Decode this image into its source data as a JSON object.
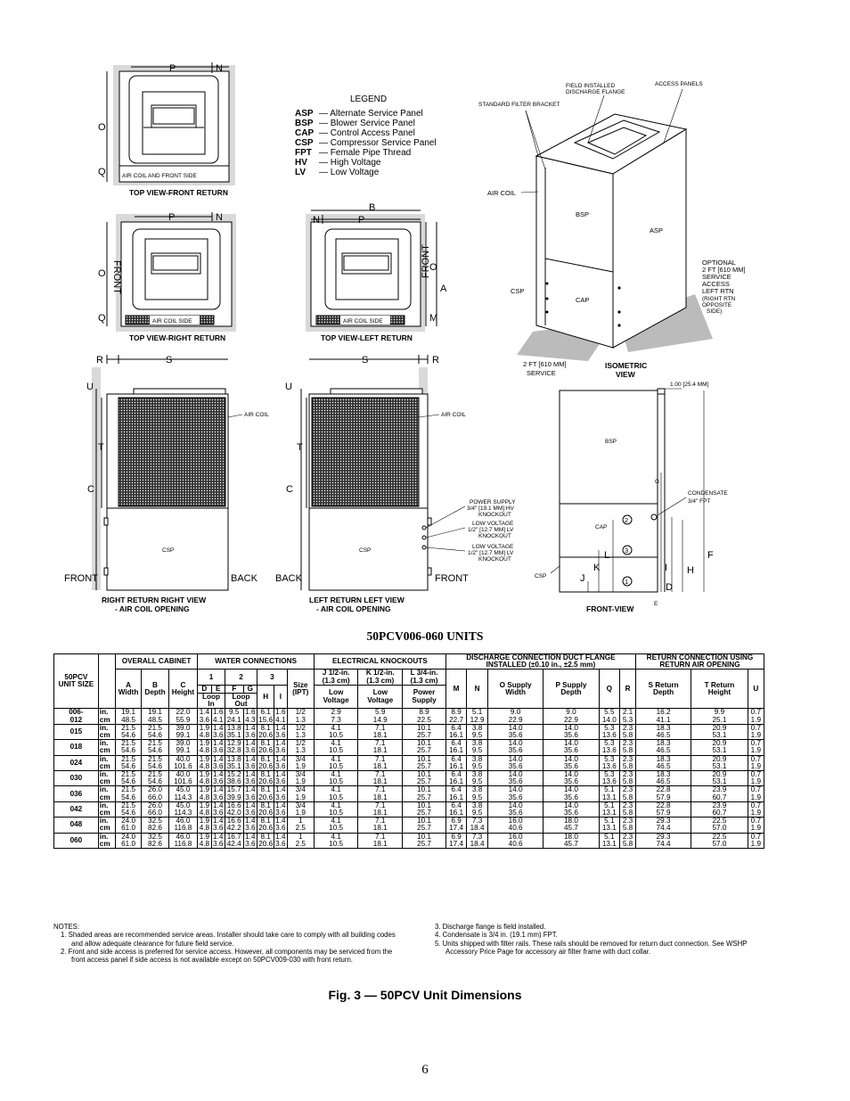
{
  "drawing": {
    "top_front": {
      "caption": "TOP VIEW-FRONT RETURN",
      "p": "P",
      "n": "N",
      "o": "O",
      "q": "Q",
      "panel": "AIR COIL AND FRONT SIDE"
    },
    "top_right": {
      "caption": "TOP VIEW-RIGHT RETURN",
      "p": "P",
      "n": "N",
      "o": "O",
      "q": "Q",
      "front": "FRONT",
      "panel": "AIR COIL SIDE"
    },
    "top_left": {
      "caption": "TOP VIEW-LEFT RETURN",
      "b": "B",
      "n": "N",
      "p": "P",
      "o": "O",
      "a": "A",
      "m": "M",
      "front": "FRONT",
      "panel": "AIR COIL SIDE"
    },
    "legend": {
      "title": "LEGEND",
      "items": [
        {
          "code": "ASP",
          "text": "— Alternate Service Panel"
        },
        {
          "code": "BSP",
          "text": "— Blower Service Panel"
        },
        {
          "code": "CAP",
          "text": "— Control Access Panel"
        },
        {
          "code": "CSP",
          "text": "— Compressor Service Panel"
        },
        {
          "code": "FPT",
          "text": "— Female Pipe Thread"
        },
        {
          "code": "HV",
          "text": "— High Voltage"
        },
        {
          "code": "LV",
          "text": "— Low Voltage"
        }
      ]
    },
    "iso": {
      "field_flange": "FIELD INSTALLED",
      "field_flange2": "DISCHARGE FLANGE",
      "access_panels": "ACCESS PANELS",
      "filter_bracket": "STANDARD FILTER BRACKET",
      "air_coil": "AIR COIL",
      "bsp": "BSP",
      "asp": "ASP",
      "cap": "CAP",
      "csp": "CSP",
      "optional": [
        "OPTIONAL",
        "2 FT [610 MM]",
        "SERVICE",
        "ACCESS",
        "LEFT RTN"
      ],
      "optional_small": [
        "(RIGHT RTN",
        "OPPOSITE",
        "SIDE)"
      ],
      "service": [
        "2 FT [610 MM]",
        "SERVICE"
      ],
      "caption": [
        "ISOMETRIC",
        "VIEW"
      ]
    },
    "right_view": {
      "r": "R",
      "s": "S",
      "u": "U",
      "t": "T",
      "c": "C",
      "air_coil": "AIR COIL",
      "csp": "CSP",
      "front": "FRONT",
      "back": "BACK",
      "caption": [
        "RIGHT RETURN RIGHT VIEW",
        "- AIR COIL OPENING"
      ]
    },
    "left_view": {
      "u": "U",
      "s": "S",
      "r": "R",
      "t": "T",
      "c": "C",
      "air_coil": "AIR COIL",
      "csp": "CSP",
      "back": "BACK",
      "front": "FRONT",
      "caption": [
        "LEFT RETURN LEFT VIEW",
        "- AIR COIL OPENING"
      ],
      "power": [
        "POWER SUPPLY",
        "3/4\" [19.1 MM] HV",
        "KNOCKOUT"
      ],
      "lv1": [
        "LOW VOLTAGE",
        "1/2\" [12.7 MM] LV",
        "KNOCKOUT"
      ],
      "lv2": [
        "LOW VOLTAGE",
        "1/2\" [12.7 MM] LV",
        "KNOCKOUT"
      ]
    },
    "front_view": {
      "dim": "1.00 [25.4 MM]",
      "bsp": "BSP",
      "cap": "CAP",
      "csp": "CSP",
      "condensate": [
        "CONDENSATE",
        "3/4\" FPT"
      ],
      "g": "G",
      "l": "L",
      "k": "K",
      "j": "J",
      "i": "I",
      "h": "H",
      "d": "D",
      "f": "F",
      "e": "E",
      "c1": "1",
      "c2": "2",
      "c3": "3",
      "caption": "FRONT-VIEW"
    }
  },
  "table": {
    "title": "50PCV006-060 UNITS",
    "headers": {
      "unit": "50PCV\nUNIT\nSIZE",
      "overall": "OVERALL CABINET",
      "water": "WATER CONNECTIONS",
      "elec": "ELECTRICAL KNOCKOUTS",
      "discharge": "DISCHARGE CONNECTION\nDUCT FLANGE INSTALLED\n(±0.10 in., ±2.5 mm)",
      "return": "RETURN CONNECTION\nUSING RETURN AIR\nOPENING",
      "a": "A\nWidth",
      "b": "B\nDepth",
      "c": "C\nHeight",
      "w1": "1",
      "w2": "2",
      "w3": "3",
      "size": "Size\n(IPT)",
      "d": "D",
      "e": "E",
      "f": "F",
      "g": "G",
      "h": "H",
      "i": "I",
      "loop_in": "Loop In",
      "loop_out": "Loop Out",
      "j": "J\n1/2-in.\n(1.3 cm)",
      "k": "K\n1/2-in.\n(1.3 cm)",
      "l": "L\n3/4-in.\n(1.3 cm)",
      "j2": "Low\nVoltage",
      "k2": "Low\nVoltage",
      "l2": "Power\nSupply",
      "m": "M",
      "n": "N",
      "o": "O\nSupply\nWidth",
      "p": "P\nSupply\nDepth",
      "q": "Q",
      "r": "R",
      "s": "S\nReturn\nDepth",
      "t": "T\nReturn\nHeight",
      "u": "U"
    },
    "rows": [
      {
        "size": "006-\n012",
        "unit": "in.\ncm",
        "v": [
          "19.1\n48.5",
          "19.1\n48.5",
          "22.0\n55.9",
          "1.4\n3.6",
          "1.6\n4.1",
          "9.5\n24.1",
          "1.6\n4.3",
          "6.1\n15.6",
          "1.6\n4.1",
          "1/2\n1.3",
          "2.9\n7.3",
          "5.9\n14.9",
          "8.9\n22.5",
          "8.9\n22.7",
          "5.1\n12.9",
          "9.0\n22.9",
          "9.0\n22.9",
          "5.5\n14.0",
          "2.1\n5.3",
          "16.2\n41.1",
          "9.9\n25.1",
          "0.7\n1.9"
        ]
      },
      {
        "size": "015",
        "unit": "in.\ncm",
        "v": [
          "21.5\n54.6",
          "21.5\n54.6",
          "39.0\n99.1",
          "1.9\n4.8",
          "1.4\n3.6",
          "13.8\n35.1",
          "1.4\n3.6",
          "8.1\n20.6",
          "1.4\n3.6",
          "1/2\n1.3",
          "4.1\n10.5",
          "7.1\n18.1",
          "10.1\n25.7",
          "6.4\n16.1",
          "3.8\n9.5",
          "14.0\n35.6",
          "14.0\n35.6",
          "5.3\n13.6",
          "2.3\n5.8",
          "18.3\n46.5",
          "20.9\n53.1",
          "0.7\n1.9"
        ]
      },
      {
        "size": "018",
        "unit": "in.\ncm",
        "v": [
          "21.5\n54.6",
          "21.5\n54.6",
          "39.0\n99.1",
          "1.9\n4.8",
          "1.4\n3.6",
          "12.9\n32.8",
          "1.4\n3.6",
          "8.1\n20.6",
          "1.4\n3.6",
          "1/2\n1.3",
          "4.1\n10.5",
          "7.1\n18.1",
          "10.1\n25.7",
          "6.4\n16.1",
          "3.8\n9.5",
          "14.0\n35.6",
          "14.0\n35.6",
          "5.3\n13.6",
          "2.3\n5.8",
          "18.3\n46.5",
          "20.9\n53.1",
          "0.7\n1.9"
        ]
      },
      {
        "size": "024",
        "unit": "in.\ncm",
        "v": [
          "21.5\n54.6",
          "21.5\n54.6",
          "40.0\n101.6",
          "1.9\n4.8",
          "1.4\n3.6",
          "13.8\n35.1",
          "1.4\n3.6",
          "8.1\n20.6",
          "1.4\n3.6",
          "3/4\n1.9",
          "4.1\n10.5",
          "7.1\n18.1",
          "10.1\n25.7",
          "6.4\n16.1",
          "3.8\n9.5",
          "14.0\n35.6",
          "14.0\n35.6",
          "5.3\n13.6",
          "2.3\n5.8",
          "18.3\n46.5",
          "20.9\n53.1",
          "0.7\n1.9"
        ]
      },
      {
        "size": "030",
        "unit": "in.\ncm",
        "v": [
          "21.5\n54.6",
          "21.5\n54.6",
          "40.0\n101.6",
          "1.9\n4.8",
          "1.4\n3.6",
          "15.2\n38.6",
          "1.4\n3.6",
          "8.1\n20.6",
          "1.4\n3.6",
          "3/4\n1.9",
          "4.1\n10.5",
          "7.1\n18.1",
          "10.1\n25.7",
          "6.4\n16.1",
          "3.8\n9.5",
          "14.0\n35.6",
          "14.0\n35.6",
          "5.3\n13.6",
          "2.3\n5.8",
          "18.3\n46.5",
          "20.9\n53.1",
          "0.7\n1.9"
        ]
      },
      {
        "size": "036",
        "unit": "in.\ncm",
        "v": [
          "21.5\n54.6",
          "26.0\n66.0",
          "45.0\n114.3",
          "1.9\n4.8",
          "1.4\n3.6",
          "15.7\n39.9",
          "1.4\n3.6",
          "8.1\n20.6",
          "1.4\n3.6",
          "3/4\n1.9",
          "4.1\n10.5",
          "7.1\n18.1",
          "10.1\n25.7",
          "6.4\n16.1",
          "3.8\n9.5",
          "14.0\n35.6",
          "14.0\n35.6",
          "5.1\n13.1",
          "2.3\n5.8",
          "22.8\n57.9",
          "23.9\n60.7",
          "0.7\n1.9"
        ]
      },
      {
        "size": "042",
        "unit": "in.\ncm",
        "v": [
          "21.5\n54.6",
          "26.0\n66.0",
          "45.0\n114.3",
          "1.9\n4.8",
          "1.4\n3.6",
          "16.6\n42.0",
          "1.4\n3.6",
          "8.1\n20.6",
          "1.4\n3.6",
          "3/4\n1.9",
          "4.1\n10.5",
          "7.1\n18.1",
          "10.1\n25.7",
          "6.4\n16.1",
          "3.8\n9.5",
          "14.0\n35.6",
          "14.0\n35.6",
          "5.1\n13.1",
          "2.3\n5.8",
          "22.8\n57.9",
          "23.9\n60.7",
          "0.7\n1.9"
        ]
      },
      {
        "size": "048",
        "unit": "in.\ncm",
        "v": [
          "24.0\n61.0",
          "32.5\n82.6",
          "46.0\n116.8",
          "1.9\n4.8",
          "1.4\n3.6",
          "16.6\n42.2",
          "1.4\n3.6",
          "8.1\n20.6",
          "1.4\n3.6",
          "1\n2.5",
          "4.1\n10.5",
          "7.1\n18.1",
          "10.1\n25.7",
          "6.9\n17.4",
          "7.3\n18.4",
          "16.0\n40.6",
          "18.0\n45.7",
          "5.1\n13.1",
          "2.3\n5.8",
          "29.3\n74.4",
          "22.5\n57.0",
          "0.7\n1.9"
        ]
      },
      {
        "size": "060",
        "unit": "in.\ncm",
        "v": [
          "24.0\n61.0",
          "32.5\n82.6",
          "46.0\n116.8",
          "1.9\n4.8",
          "1.4\n3.6",
          "16.7\n42.4",
          "1.4\n3.6",
          "8.1\n20.6",
          "1.4\n3.6",
          "1\n2.5",
          "4.1\n10.5",
          "7.1\n18.1",
          "10.1\n25.7",
          "6.9\n17.4",
          "7.3\n18.4",
          "16.0\n40.6",
          "18.0\n45.7",
          "5.1\n13.1",
          "2.3\n5.8",
          "29.3\n74.4",
          "22.5\n57.0",
          "0.7\n1.9"
        ]
      }
    ]
  },
  "notes": {
    "heading": "NOTES:",
    "left": [
      "1. Shaded areas are recommended service areas. Installer should take care to comply with all building codes and allow adequate clearance for future field service.",
      "2. Front and side access is preferred for service access. However, all components may be serviced from the front access panel if side access is not available except on 50PCV009-030 with front return."
    ],
    "right": [
      "3. Discharge flange is field installed.",
      "4. Condensate is 3/4 in. (19.1 mm) FPT.",
      "5. Units shipped with filter rails. These rails should be removed for return duct connection. See WSHP Accessory Price Page for accessory air filter frame with duct collar."
    ]
  },
  "figure_caption": "Fig. 3 — 50PCV Unit Dimensions",
  "page_number": "6"
}
